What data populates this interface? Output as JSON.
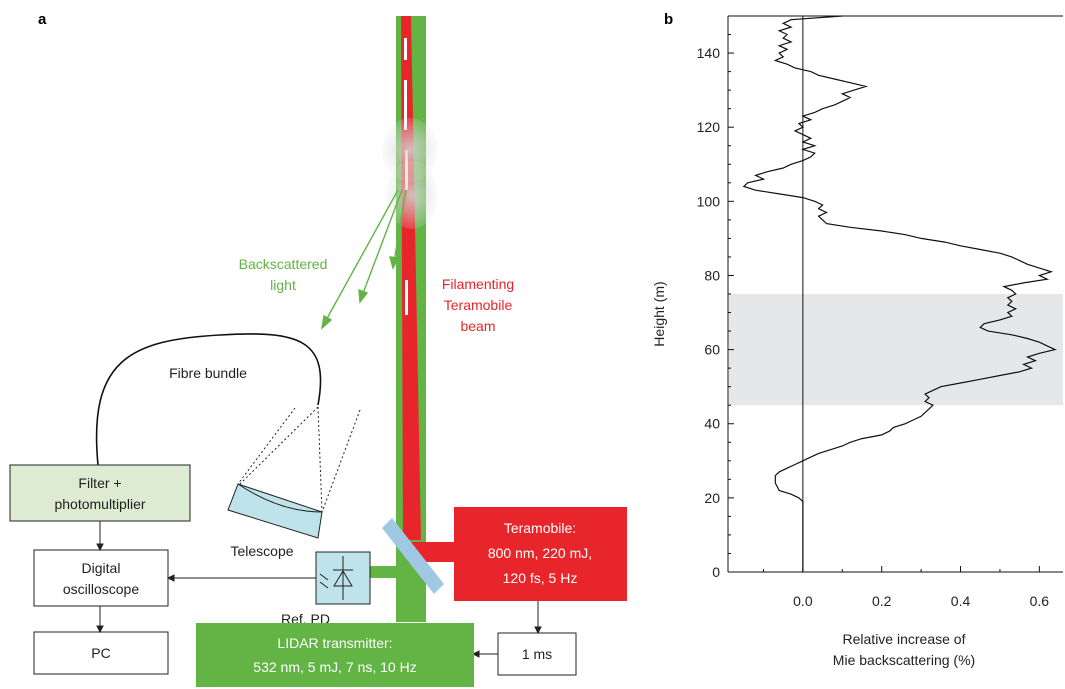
{
  "panel_a": {
    "label": "a",
    "backscattered": [
      "Backscattered",
      "light"
    ],
    "filamenting": [
      "Filamenting",
      "Teramobile",
      "beam"
    ],
    "fibre_bundle": "Fibre bundle",
    "filter_box": [
      "Filter +",
      "photomultiplier"
    ],
    "oscilloscope_box": [
      "Digital",
      "oscilloscope"
    ],
    "pc_box": "PC",
    "telescope": "Telescope",
    "ref_pd": "Ref. PD",
    "teramobile_box": [
      "Teramobile:",
      "800 nm, 220 mJ,",
      "120 fs, 5 Hz"
    ],
    "lidar_box": [
      "LIDAR transmitter:",
      "532 nm, 5 mJ, 7 ns, 10 Hz"
    ],
    "delay_box": "1 ms",
    "colors": {
      "green_beam": "#62b445",
      "red_beam": "#e8252a",
      "filter_fill": "#dcebd2",
      "telescope_fill": "#bfe3ea",
      "pd_fill": "#bfe3ea",
      "mirror": "#9fc9e3",
      "green_text": "#62b445",
      "red_text": "#e8252a"
    }
  },
  "chart_data": {
    "type": "line",
    "label": "b",
    "xlabel": [
      "Relative increase of",
      "Mie backscattering (%)"
    ],
    "ylabel": "Height (m)",
    "xlim": [
      -0.19,
      0.66
    ],
    "ylim": [
      0,
      150
    ],
    "xticks": [
      0.0,
      0.2,
      0.4,
      0.6
    ],
    "xticklabels": [
      "0.0",
      "0.2",
      "0.4",
      "0.6"
    ],
    "yticks": [
      0,
      20,
      40,
      60,
      80,
      100,
      120,
      140
    ],
    "yticklabels": [
      "0",
      "20",
      "40",
      "60",
      "80",
      "100",
      "120",
      "140"
    ],
    "shaded_band_y": [
      45,
      75
    ],
    "shaded_color": "#e6e7e9",
    "zero_line_x": 0,
    "series": [
      {
        "values_xy": [
          [
            0.0,
            0
          ],
          [
            0.0,
            10
          ],
          [
            0.0,
            15
          ],
          [
            0.0,
            19
          ],
          [
            -0.01,
            20
          ],
          [
            -0.03,
            21
          ],
          [
            -0.06,
            22
          ],
          [
            -0.07,
            24
          ],
          [
            -0.07,
            26
          ],
          [
            -0.06,
            27
          ],
          [
            -0.04,
            28
          ],
          [
            -0.02,
            29
          ],
          [
            0.0,
            30
          ],
          [
            0.02,
            31
          ],
          [
            0.04,
            32
          ],
          [
            0.07,
            33
          ],
          [
            0.1,
            34
          ],
          [
            0.12,
            35
          ],
          [
            0.15,
            36
          ],
          [
            0.2,
            37
          ],
          [
            0.22,
            38
          ],
          [
            0.23,
            39
          ],
          [
            0.26,
            40
          ],
          [
            0.28,
            41
          ],
          [
            0.3,
            42
          ],
          [
            0.31,
            43
          ],
          [
            0.32,
            44
          ],
          [
            0.33,
            45
          ],
          [
            0.31,
            46
          ],
          [
            0.32,
            47
          ],
          [
            0.31,
            48
          ],
          [
            0.33,
            49
          ],
          [
            0.35,
            50
          ],
          [
            0.4,
            51
          ],
          [
            0.45,
            52
          ],
          [
            0.5,
            53
          ],
          [
            0.55,
            54
          ],
          [
            0.58,
            55
          ],
          [
            0.56,
            56
          ],
          [
            0.59,
            57
          ],
          [
            0.57,
            58
          ],
          [
            0.6,
            59
          ],
          [
            0.64,
            60
          ],
          [
            0.62,
            61
          ],
          [
            0.6,
            62
          ],
          [
            0.57,
            63
          ],
          [
            0.53,
            64
          ],
          [
            0.47,
            65
          ],
          [
            0.45,
            66
          ],
          [
            0.46,
            67
          ],
          [
            0.5,
            68
          ],
          [
            0.53,
            69
          ],
          [
            0.52,
            70
          ],
          [
            0.54,
            71
          ],
          [
            0.52,
            72
          ],
          [
            0.53,
            73
          ],
          [
            0.52,
            74
          ],
          [
            0.54,
            75
          ],
          [
            0.53,
            76
          ],
          [
            0.51,
            77
          ],
          [
            0.56,
            78
          ],
          [
            0.62,
            79
          ],
          [
            0.6,
            80
          ],
          [
            0.63,
            81
          ],
          [
            0.6,
            82
          ],
          [
            0.57,
            83
          ],
          [
            0.55,
            84
          ],
          [
            0.53,
            85
          ],
          [
            0.5,
            86
          ],
          [
            0.45,
            87
          ],
          [
            0.4,
            88
          ],
          [
            0.36,
            89
          ],
          [
            0.3,
            90
          ],
          [
            0.26,
            91
          ],
          [
            0.2,
            92
          ],
          [
            0.12,
            93
          ],
          [
            0.06,
            94
          ],
          [
            0.05,
            95
          ],
          [
            0.04,
            96
          ],
          [
            0.06,
            97
          ],
          [
            0.04,
            98
          ],
          [
            0.05,
            99
          ],
          [
            0.03,
            100
          ],
          [
            0.0,
            101
          ],
          [
            -0.06,
            102
          ],
          [
            -0.12,
            103
          ],
          [
            -0.15,
            104
          ],
          [
            -0.14,
            105
          ],
          [
            -0.1,
            106
          ],
          [
            -0.12,
            107
          ],
          [
            -0.09,
            108
          ],
          [
            -0.05,
            109
          ],
          [
            -0.03,
            110
          ],
          [
            0.0,
            111
          ],
          [
            0.02,
            112
          ],
          [
            0.03,
            113
          ],
          [
            0.0,
            114
          ],
          [
            0.03,
            115
          ],
          [
            0.0,
            116
          ],
          [
            0.02,
            117
          ],
          [
            0.0,
            118
          ],
          [
            -0.02,
            119
          ],
          [
            0.0,
            120
          ],
          [
            -0.01,
            121
          ],
          [
            0.02,
            122
          ],
          [
            0.0,
            123
          ],
          [
            0.03,
            124
          ],
          [
            0.05,
            125
          ],
          [
            0.08,
            126
          ],
          [
            0.1,
            127
          ],
          [
            0.12,
            128
          ],
          [
            0.1,
            129
          ],
          [
            0.13,
            130
          ],
          [
            0.16,
            131
          ],
          [
            0.12,
            132
          ],
          [
            0.08,
            133
          ],
          [
            0.04,
            134
          ],
          [
            0.02,
            135
          ],
          [
            -0.02,
            136
          ],
          [
            -0.04,
            137
          ],
          [
            -0.07,
            138
          ],
          [
            -0.05,
            139
          ],
          [
            -0.06,
            140
          ],
          [
            -0.04,
            141
          ],
          [
            -0.06,
            142
          ],
          [
            -0.03,
            143
          ],
          [
            -0.05,
            144
          ],
          [
            -0.04,
            145
          ],
          [
            -0.06,
            146
          ],
          [
            -0.03,
            147
          ],
          [
            -0.05,
            148
          ],
          [
            -0.03,
            149
          ],
          [
            0.1,
            150
          ]
        ]
      }
    ]
  }
}
